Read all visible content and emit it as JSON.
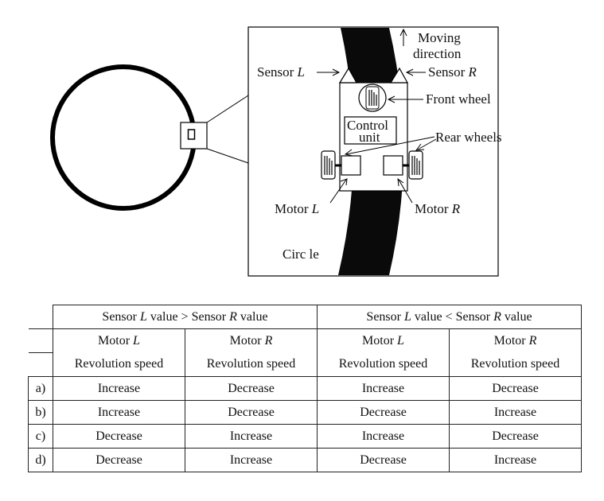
{
  "diagram": {
    "moving_direction_line1": "Moving",
    "moving_direction_line2": "direction",
    "sensor_l_word": "Sensor",
    "sensor_l_letter": "L",
    "sensor_r_word": "Sensor",
    "sensor_r_letter": "R",
    "front_wheel": "Front wheel",
    "control_unit_line1": "Control",
    "control_unit_line2": "unit",
    "rear_wheels": "Rear wheels",
    "motor_l_word": "Motor",
    "motor_l_letter": "L",
    "motor_r_word": "Motor",
    "motor_r_letter": "R",
    "circle": "Circ le"
  },
  "table": {
    "group1": {
      "pre": "Sensor ",
      "l": "L",
      "mid": " value > Sensor ",
      "r": "R",
      "post": " value"
    },
    "group2": {
      "pre": "Sensor ",
      "l": "L",
      "mid": " value < Sensor ",
      "r": "R",
      "post": " value"
    },
    "motor_word": "Motor",
    "motor_l": "L",
    "motor_r": "R",
    "revolution_speed": "Revolution speed",
    "rows": [
      {
        "label": "a)",
        "cells": [
          "Increase",
          "Decrease",
          "Increase",
          "Decrease"
        ]
      },
      {
        "label": "b)",
        "cells": [
          "Increase",
          "Decrease",
          "Decrease",
          "Increase"
        ]
      },
      {
        "label": "c)",
        "cells": [
          "Decrease",
          "Increase",
          "Increase",
          "Decrease"
        ]
      },
      {
        "label": "d)",
        "cells": [
          "Decrease",
          "Increase",
          "Decrease",
          "Increase"
        ]
      }
    ]
  }
}
